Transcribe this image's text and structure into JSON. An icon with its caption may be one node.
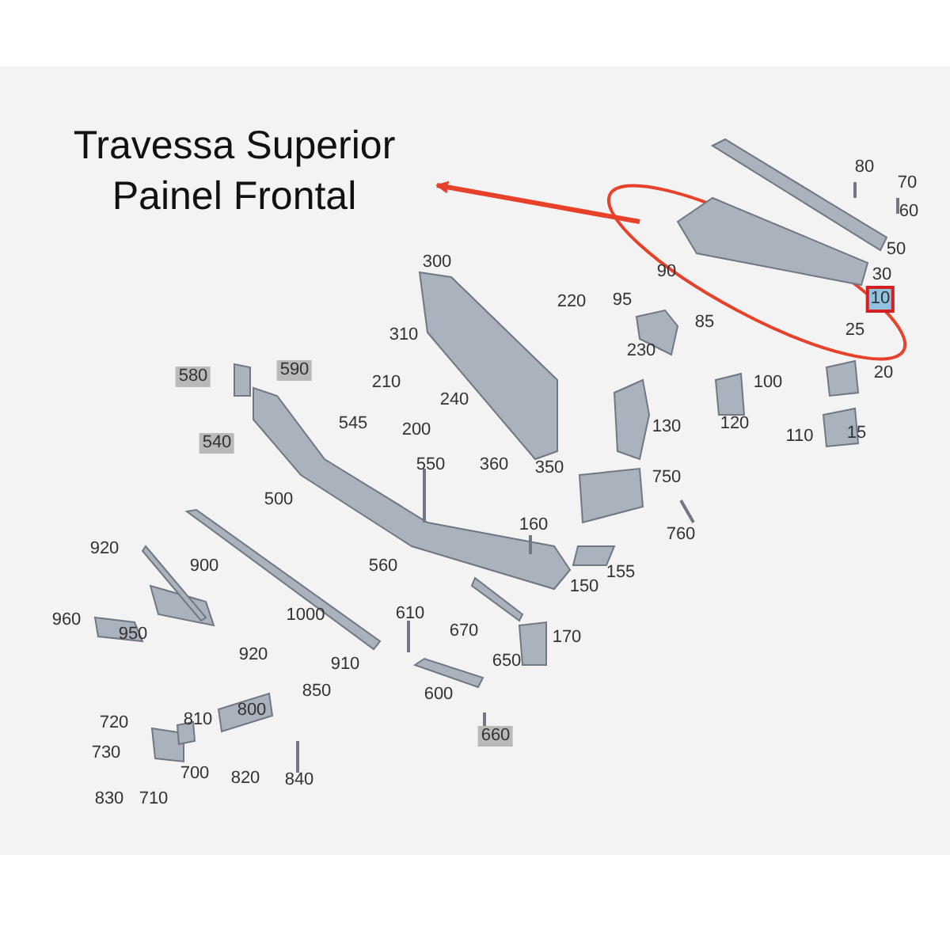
{
  "diagram": {
    "nodes": [
      {
        "text": [
          "Travessa Superior Painel Frontal"
        ]
      },
      {
        "text": [],
        "shape": "ellipse"
      }
    ],
    "edges": [
      {
        "from": 1,
        "to": 0,
        "arrow": "to",
        "color": "#e8412a"
      }
    ],
    "labels": [
      "80",
      "70",
      "60",
      "50",
      "30",
      "10",
      "25",
      "20",
      "300",
      "220",
      "95",
      "90",
      "85",
      "310",
      "230",
      "210",
      "580",
      "590",
      "100",
      "240",
      "545",
      "200",
      "130",
      "120",
      "110",
      "15",
      "540",
      "550",
      "360",
      "350",
      "750",
      "500",
      "160",
      "760",
      "920",
      "900",
      "560",
      "155",
      "150",
      "960",
      "950",
      "1000",
      "610",
      "670",
      "170",
      "920",
      "910",
      "650",
      "850",
      "600",
      "800",
      "810",
      "660",
      "720",
      "730",
      "700",
      "820",
      "840",
      "830",
      "710"
    ]
  }
}
